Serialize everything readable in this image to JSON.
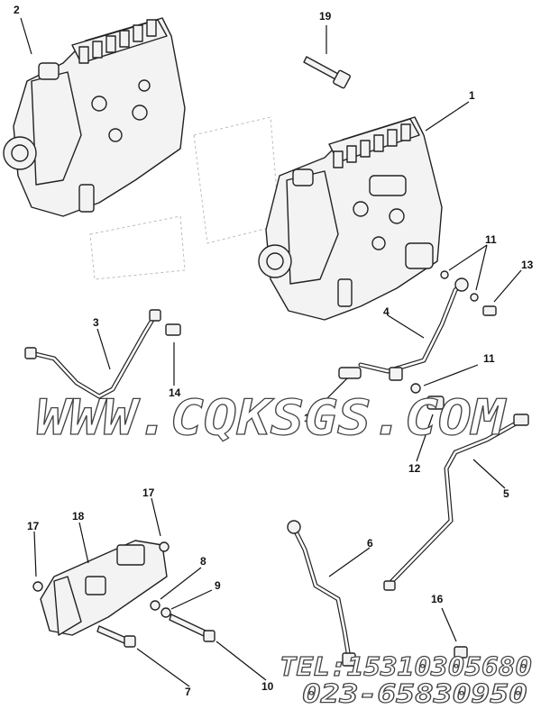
{
  "callouts": {
    "c1a": "1",
    "c1b": "1",
    "c2": "2",
    "c3": "3",
    "c4": "4",
    "c5": "5",
    "c6": "6",
    "c7": "7",
    "c8": "8",
    "c9": "9",
    "c10": "10",
    "c11a": "11",
    "c11b": "11",
    "c12": "12",
    "c13": "13",
    "c14": "14",
    "c16": "16",
    "c17a": "17",
    "c17b": "17",
    "c18": "18",
    "c19": "19"
  },
  "watermark": {
    "site": "WWW.CQKSGS.COM",
    "tel": "TEL:15310305680",
    "phone": "023-65830950"
  },
  "colors": {
    "ink": "#222222",
    "paper": "#ffffff",
    "part_fill": "#f3f3f3"
  }
}
